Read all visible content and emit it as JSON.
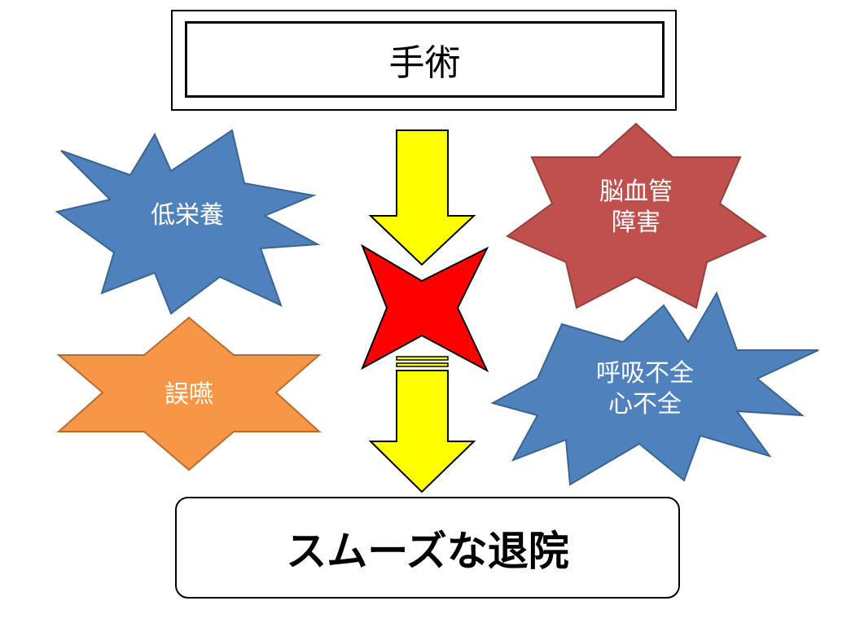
{
  "title": "手術",
  "outcome": "スムーズな退院",
  "risks": {
    "malnutrition": "低栄養",
    "cerebrovascular": [
      "脳血管",
      "障害"
    ],
    "aspiration": "誤嚥",
    "cardiorespiratory": [
      "呼吸不全",
      "心不全"
    ]
  },
  "colors": {
    "blue_star": "#4F81BD",
    "red_star": "#C0504D",
    "orange_star": "#F79646",
    "arrow_yellow": "#FFFF00",
    "cross_red": "#FF0000"
  }
}
